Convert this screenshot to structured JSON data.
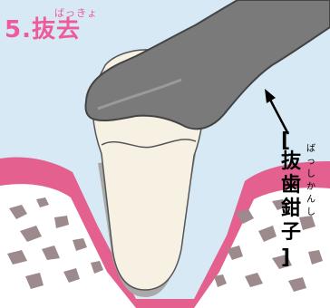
{
  "title": {
    "text": "5.抜去",
    "ruby": "ばっきょ"
  },
  "label": {
    "open_bracket": "[",
    "chars": [
      "抜",
      "歯",
      "鉗",
      "子"
    ],
    "close_bracket": "]",
    "ruby_chars": [
      "ば",
      "っ",
      "し",
      "か",
      "ん",
      "し"
    ]
  },
  "colors": {
    "background": "#d6e9f5",
    "gum": "#e3608f",
    "bone": "#ffffff",
    "bone_pores": "#9c8a8c",
    "tooth": "#f7f1e4",
    "forceps": "#7a7a7a",
    "title": "#ef5a9a"
  },
  "icons": [
    "forceps-icon",
    "tooth-icon",
    "arrow-icon"
  ]
}
